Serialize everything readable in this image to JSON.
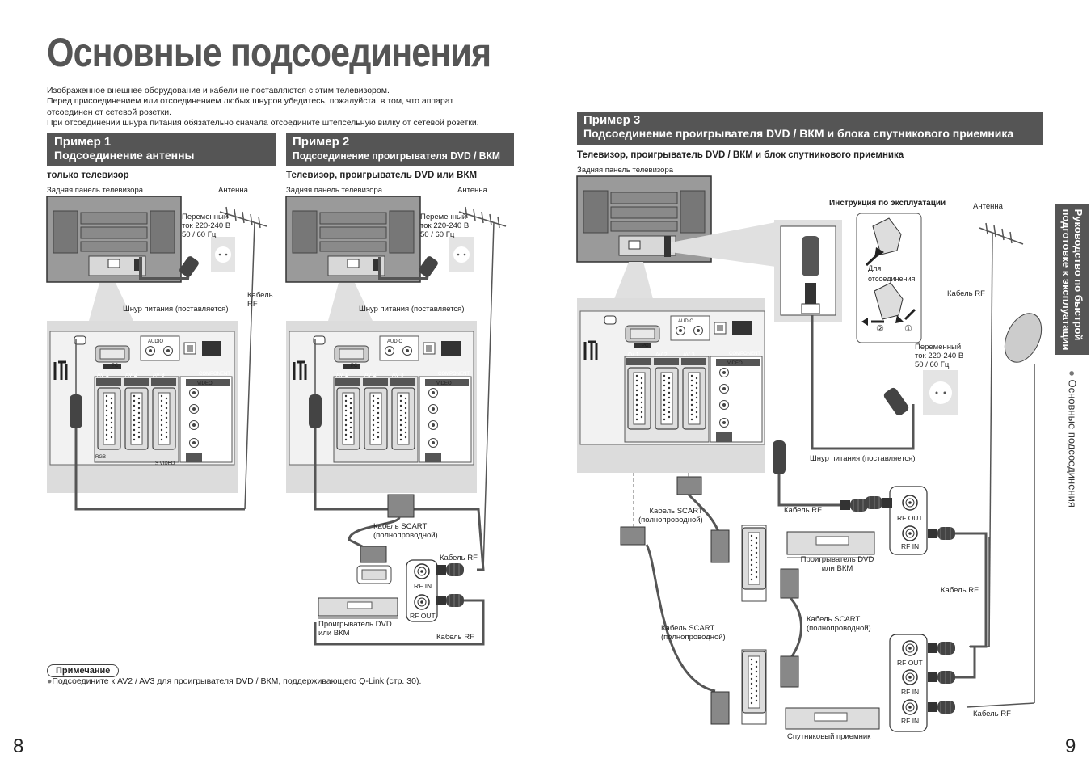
{
  "page": {
    "title": "Основные подсоединения",
    "intro": [
      "Изображенное внешнее оборудование и кабели не поставляются с этим телевизором.",
      "Перед присоединением или отсоединением любых шнуров убедитесь, пожалуйста, в том, что аппарат",
      "отсоединен от сетевой розетки.",
      "При отсоединении шнура питания обязательно сначала отсоедините штепсельную вилку от сетевой розетки."
    ],
    "page_left": "8",
    "page_right": "9",
    "side_tab": {
      "line1": "Руководство по быстрой",
      "line2": "подготовке к эксплуатации",
      "section": "Основные подсоединения"
    }
  },
  "ex1": {
    "head1": "Пример 1",
    "head2": "Подсоединение антенны",
    "subtitle": "только телевизор",
    "rear": "Задняя панель телевизора",
    "antenna": "Антенна",
    "ac": [
      "Переменный",
      "ток 220-240 В",
      "50 / 60 Гц"
    ],
    "rf": [
      "Кабель",
      "RF"
    ],
    "power": "Шнур питания (поставляется)"
  },
  "ex2": {
    "head1": "Пример 2",
    "head2": "Подсоединение проигрывателя DVD / ВКМ",
    "subtitle": "Телевизор, проигрыватель DVD или ВКМ",
    "rear": "Задняя панель телевизора",
    "antenna": "Антенна",
    "ac": [
      "Переменный",
      "ток 220-240 В",
      "50 / 60 Гц"
    ],
    "power": "Шнур питания (поставляется)",
    "scart": [
      "Кабель SCART",
      "(полнопроводной)"
    ],
    "rf1": "Кабель RF",
    "rf2": "Кабель RF",
    "rfin": "RF IN",
    "rfout": "RF OUT",
    "device": [
      "Проигрыватель DVD",
      "или ВКМ"
    ]
  },
  "ex3": {
    "head1": "Пример 3",
    "head2": "Подсоединение проигрывателя DVD / ВКМ и блока спутникового приемника",
    "subtitle": "Телевизор, проигрыватель DVD / ВКМ и блок спутникового приемника",
    "rear": "Задняя панель телевизора",
    "manual": "Инструкция по эксплуатации",
    "detach": [
      "Для",
      "отсоединения"
    ],
    "antenna": "Антенна",
    "rf_top": "Кабель RF",
    "ac": [
      "Переменный",
      "ток 220-240 В",
      "50 / 60 Гц"
    ],
    "power": "Шнур питания (поставляется)",
    "rf_tv": "Кабель RF",
    "scart1": [
      "Кабель SCART",
      "(полнопроводной)"
    ],
    "scart2": [
      "Кабель SCART",
      "(полнопроводной)"
    ],
    "scart3": [
      "Кабель SCART",
      "(полнопроводной)"
    ],
    "dvd": [
      "Проигрыватель DVD",
      "или ВКМ"
    ],
    "rf_mid": "Кабель RF",
    "rf_bottom": "Кабель RF",
    "sat": "Спутниковый приемник",
    "rfout": "RF OUT",
    "rfin": "RF IN",
    "rfout2": "RF OUT",
    "rfin2": "RF IN",
    "rfin3": "RF IN",
    "circle1": "①",
    "circle2": "②"
  },
  "ports": {
    "pc": "PC",
    "av1": "AV 1",
    "av2": "AV 2",
    "av3": "AV 3",
    "audio": "AUDIO",
    "component": "COMPONENT",
    "digital": [
      "DIGITAL",
      "AUDIO",
      "OUT"
    ],
    "audio_in": [
      "AUDIO",
      "IN"
    ],
    "y": "Y",
    "pb": "PB",
    "pr": "PR",
    "l": "L",
    "r": "R",
    "video": "VIDEO",
    "rgb": "RGB",
    "svideo": "S VIDEO"
  },
  "note": {
    "label": "Примечание",
    "text": "Подсоедините к AV2 / AV3 для проигрывателя DVD / ВКМ, поддерживающего Q-Link (стр. 30)."
  },
  "colors": {
    "header_bg": "#555555",
    "panel_bg": "#dcdcdc",
    "tv_bg": "#9a9a9a",
    "cable": "#555555"
  }
}
